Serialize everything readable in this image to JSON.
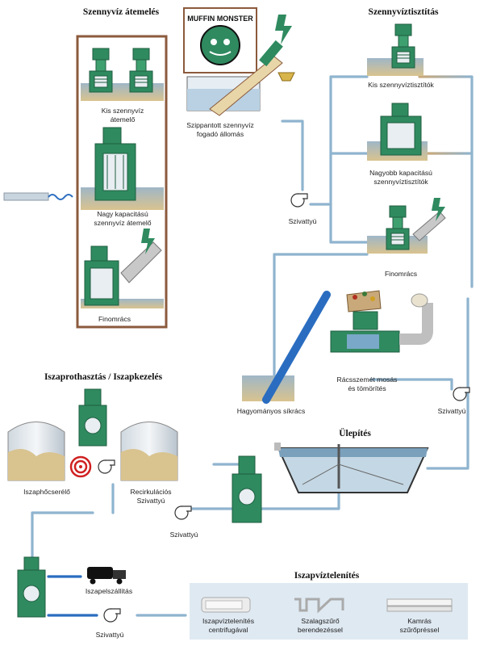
{
  "sections": {
    "pumping": "Szennyvíz átemelés",
    "treatment": "Szennyvíztisztítás",
    "sludge": "Iszaprothasztás / Iszapkezelés",
    "settling": "Ülepítés",
    "dewatering": "Iszapvíztelenítés"
  },
  "logo": {
    "text": "MUFFIN MONSTER"
  },
  "labels": {
    "small_lift_l1": "Kis szennyvíz",
    "small_lift_l2": "átemelő",
    "large_lift_l1": "Nagy kapacitású",
    "large_lift_l2": "szennyvíz átemelő",
    "screen_left": "Finomrács",
    "receiving_l1": "Szippantott szennyvíz",
    "receiving_l2": "fogadó állomás",
    "pump_center": "Szivattyú",
    "small_treat": "Kis szennyvíztisztítók",
    "large_treat_l1": "Nagyobb kapacitású",
    "large_treat_l2": "szennyvíztisztítók",
    "screen_right": "Finomrács",
    "wash_l1": "Rácsszemét mosás",
    "wash_l2": "és tömörítés",
    "conventional": "Hagyományos síkrács",
    "pump_right": "Szivattyú",
    "heat_exchanger": "Iszaphőcserélő",
    "recirc_l1": "Recirkulációs",
    "recirc_l2": "Szivattyú",
    "pump_sludge": "Szivattyú",
    "transport": "Iszapelszállítás",
    "pump_bottom": "Szivattyú",
    "centrifuge_l1": "Iszapvíztelenítés",
    "centrifuge_l2": "centrifugával",
    "belt_l1": "Szalagszűrő",
    "belt_l2": "berendezéssel",
    "press_l1": "Kamrás",
    "press_l2": "szűrőpréssel"
  },
  "colors": {
    "pipe_blue": "#8fb4cf",
    "pipe_tan": "#c9a97a",
    "equipment_green": "#2f8a5f",
    "equipment_dark": "#1f5e40",
    "frame_brown": "#8b5a3c",
    "sand": "#d9c38f",
    "dewater_panel": "#dfe9f2"
  }
}
